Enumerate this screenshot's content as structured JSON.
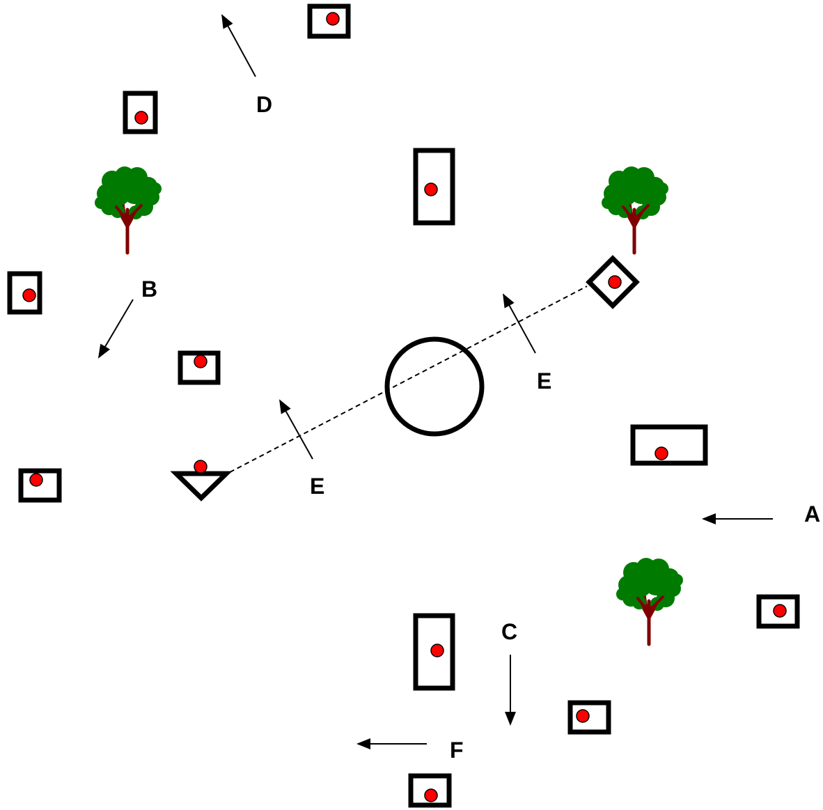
{
  "labels": {
    "a": "A",
    "b": "B",
    "c": "C",
    "d": "D",
    "e1": "E",
    "e2": "E",
    "f": "F"
  },
  "colors": {
    "marker_dot": "#ff0000",
    "tree_foliage": "#007a00",
    "tree_trunk": "#800000",
    "outline": "#000000",
    "background": "#ffffff"
  },
  "icons": [
    "tree-icon",
    "arrow-icon",
    "circle-marker",
    "triangle-marker",
    "diamond-marker"
  ]
}
